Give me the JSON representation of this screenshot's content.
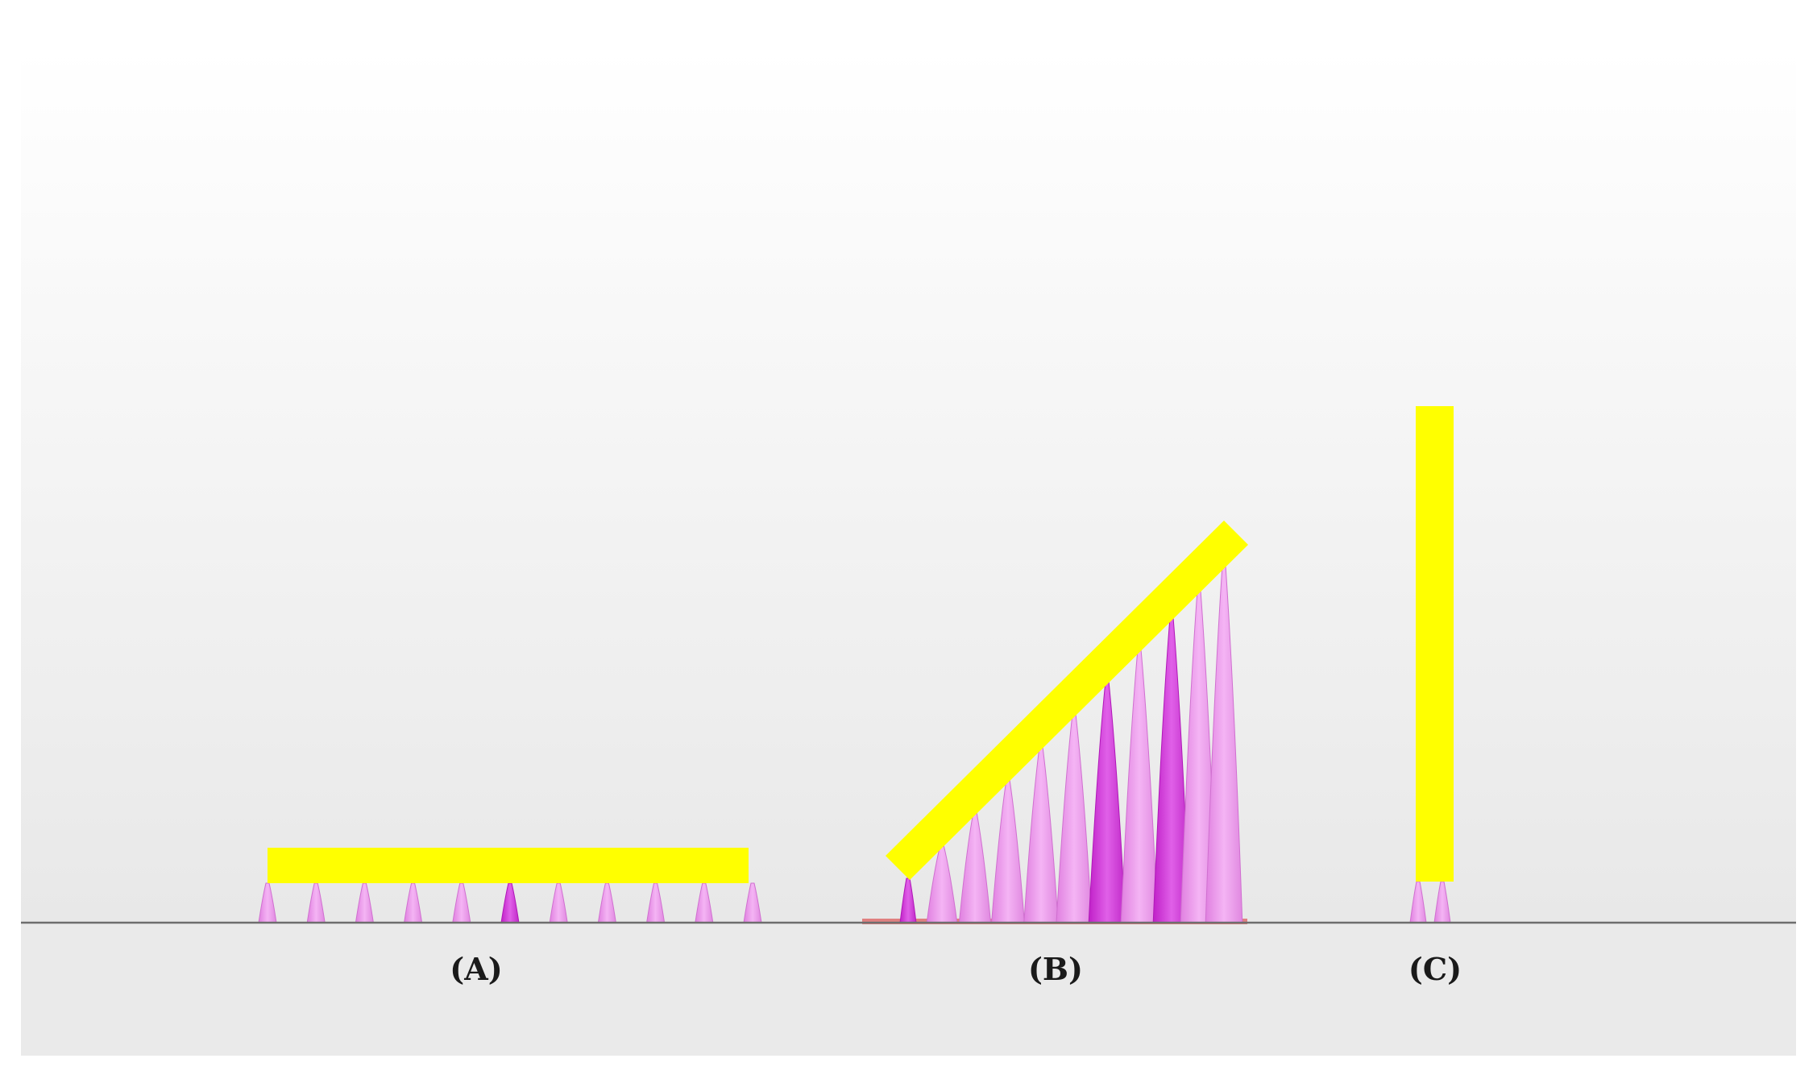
{
  "panels": [
    {
      "id": "A",
      "label": "(A)"
    },
    {
      "id": "B",
      "label": "(B)"
    },
    {
      "id": "C",
      "label": "(C)"
    }
  ],
  "colors": {
    "background_top": "#ffffff",
    "background_bottom": "#e9e9e9",
    "ground_below": "#eaeaea",
    "ground_line": "#6e6e6e",
    "plate": "#ffff00",
    "leg_light": "#ee99ee",
    "leg_dark": "#d040d0",
    "base_strip": "#e08080"
  }
}
